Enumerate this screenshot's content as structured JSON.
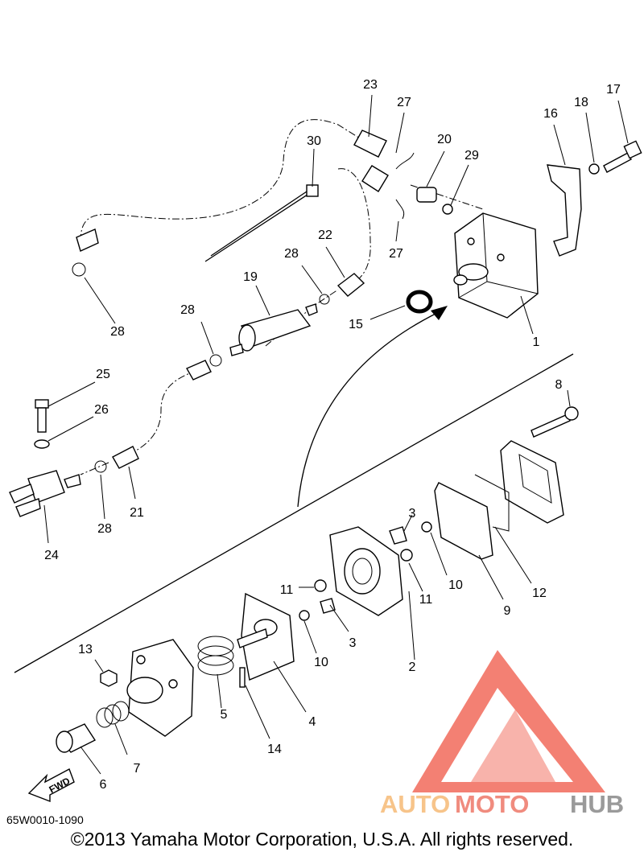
{
  "callouts": [
    "1",
    "2",
    "3",
    "3",
    "4",
    "5",
    "6",
    "7",
    "8",
    "9",
    "10",
    "10",
    "11",
    "11",
    "12",
    "13",
    "14",
    "15",
    "16",
    "17",
    "18",
    "19",
    "20",
    "21",
    "22",
    "23",
    "24",
    "25",
    "26",
    "27",
    "27",
    "28",
    "28",
    "28",
    "28",
    "29",
    "30"
  ],
  "fwd_label": "FWD",
  "diagram_code": "65W0010-1090",
  "copyright": "©2013 Yamaha Motor Corporation, U.S.A. All rights reserved.",
  "logo": {
    "word_auto": "AUTO",
    "word_moto": "MOTO",
    "word_hub": "HUB",
    "colors": {
      "auto": "#f7c48a",
      "moto": "#f08b7e",
      "hub": "#9a9a9a",
      "triangle": "#f26b5b"
    }
  }
}
